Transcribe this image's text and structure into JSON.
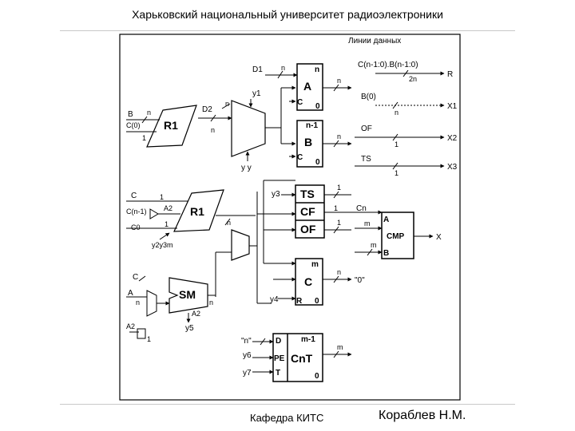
{
  "header": {
    "title": "Харьковский национальный университет радиоэлектроники"
  },
  "footer": {
    "department": "Кафедра КИТС",
    "author": "Кораблев Н.М."
  },
  "diagram": {
    "data_lines_label": "Линии данных",
    "reg_a": {
      "name": "A",
      "d": "D1",
      "n_in": "n",
      "n_top": "n",
      "clk": "C",
      "rst": "0",
      "n_out": "n"
    },
    "reg_b": {
      "name": "B",
      "d": "D2",
      "n_in": "n",
      "n_top": "n-1",
      "clk": "C",
      "rst": "0",
      "n_out": "n"
    },
    "concat": "C(n-1:0).B(n-1:0)",
    "concat_width": "2n",
    "out_r": "R",
    "b0": "B(0)",
    "x1": "X1",
    "of_label": "OF",
    "x2": "X2",
    "ts_label": "TS",
    "x3": "X3",
    "r1_top": {
      "name": "R1",
      "b": "B",
      "n": "n",
      "c0": "C(0)",
      "one": "1"
    },
    "mux1": {
      "y": "y1",
      "yy": "y y"
    },
    "r1_mid": {
      "name": "R1",
      "c": "C",
      "cn1": "C(n-1)",
      "a2": "A2",
      "c0": "C0",
      "one": "1",
      "y_bottom": "y2y3m"
    },
    "flags": {
      "ts": "TS",
      "cf": "CF",
      "of": "OF",
      "y": "y3",
      "one": "1"
    },
    "cn": "Cn",
    "cmp": {
      "name": "CMP",
      "a": "A",
      "b": "B",
      "m": "m",
      "x": "X"
    },
    "reg_c": {
      "name": "C",
      "top": "m",
      "clk": "y4",
      "rst": "R",
      "zero": "0",
      "n_out": "n",
      "zero_out": "\"0\""
    },
    "sm": {
      "name": "SM",
      "c": "C",
      "a": "A",
      "n": "n",
      "a2": "A2",
      "one": "1",
      "y": "y5",
      "a_out": "A2"
    },
    "cnt": {
      "name": "CnT",
      "d": "D",
      "pe": "PE",
      "t": "T",
      "top": "m-1",
      "in_n": "\"n\"",
      "y6": "y6",
      "y7": "y7",
      "m": "m",
      "zero": "0"
    }
  }
}
